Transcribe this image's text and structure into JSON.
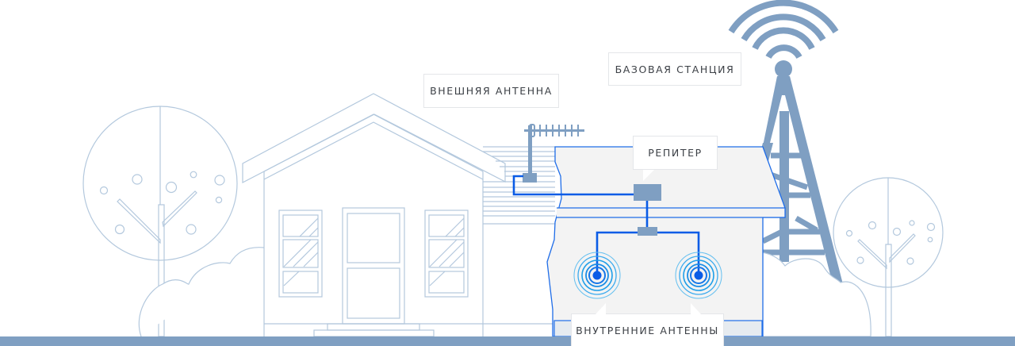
{
  "diagram": {
    "title": "Схема установки репитера",
    "labels": {
      "external_antenna": "ВНЕШНЯЯ АНТЕННА",
      "base_station": "БАЗОВАЯ СТАНЦИЯ",
      "repeater": "РЕПИТЕР",
      "internal_antennas": "ВНУТРЕННИЕ АНТЕННЫ"
    },
    "components": [
      {
        "name": "base-station-tower",
        "label_ref": "base_station"
      },
      {
        "name": "external-antenna",
        "label_ref": "external_antenna"
      },
      {
        "name": "repeater",
        "label_ref": "repeater"
      },
      {
        "name": "internal-antenna-left",
        "label_ref": "internal_antennas"
      },
      {
        "name": "internal-antenna-right",
        "label_ref": "internal_antennas"
      }
    ],
    "connections": [
      [
        "external-antenna",
        "repeater"
      ],
      [
        "repeater",
        "splitter"
      ],
      [
        "splitter",
        "internal-antenna-left"
      ],
      [
        "splitter",
        "internal-antenna-right"
      ]
    ],
    "colors": {
      "outline": "#b3c8dd",
      "tower": "#7f9fc2",
      "cable": "#0a5ce6",
      "signal_rings": "#1e9ee8",
      "cutaway_fill": "#f3f3f3",
      "ground": "#7f9fc2",
      "label_text": "#3c4046"
    }
  }
}
